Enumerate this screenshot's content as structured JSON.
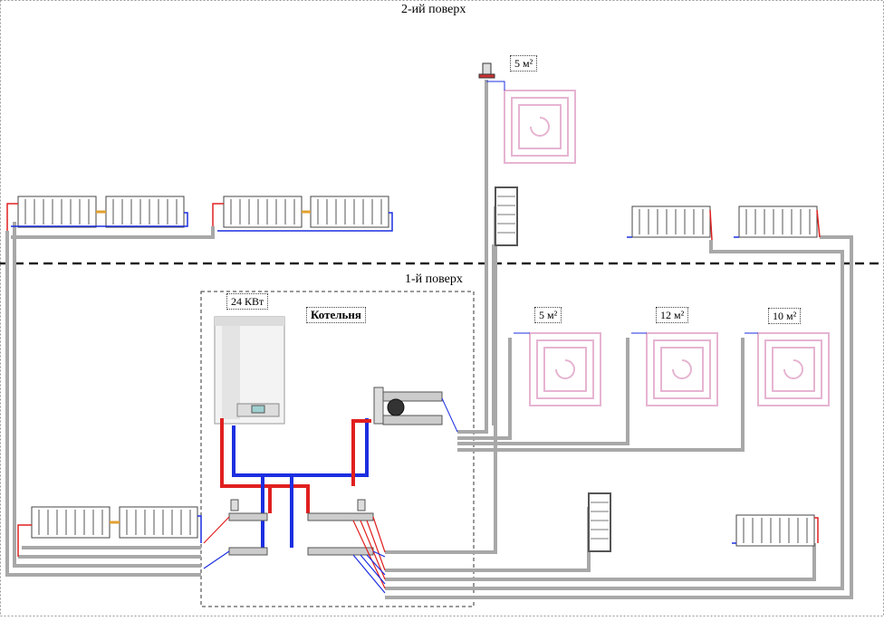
{
  "floors": {
    "upper": "2-ий поверх",
    "lower": "1-й поверх"
  },
  "boiler": {
    "power_label": "24 КВт"
  },
  "boiler_room": {
    "label": "Котельня"
  },
  "floor_heating": [
    {
      "area_label": "5 м²"
    },
    {
      "area_label": "5 м²"
    },
    {
      "area_label": "12 м²"
    },
    {
      "area_label": "10 м²"
    }
  ],
  "colors": {
    "supply": "#e02020",
    "return": "#1c2fe0",
    "pipe": "#a8a8a8",
    "radiator": "#505050",
    "underfloor_loop": "#e6b4d2",
    "connector": "#e0a030"
  }
}
